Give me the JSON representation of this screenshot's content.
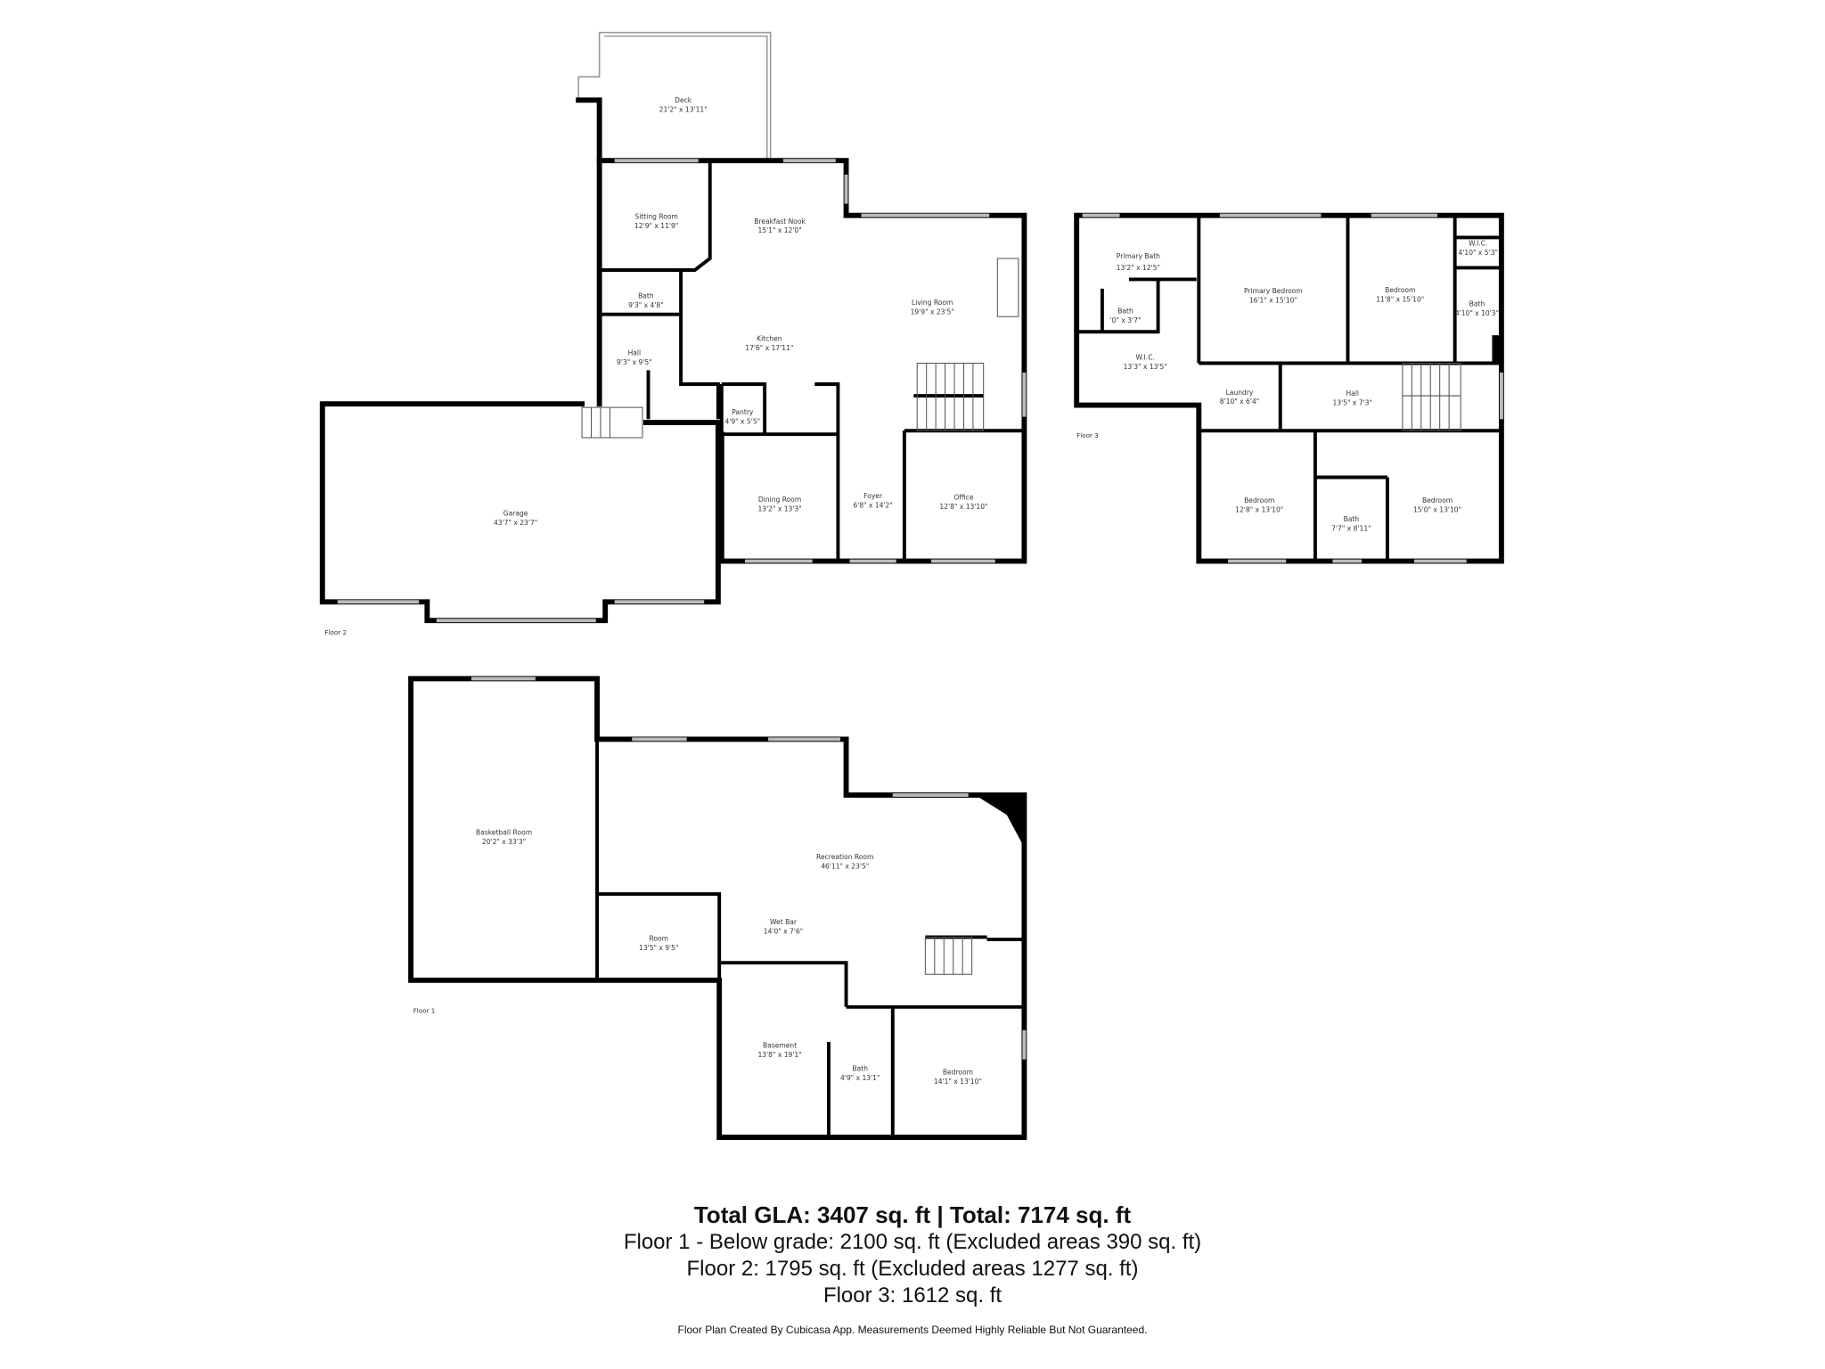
{
  "floors": {
    "floor2": {
      "label": "Floor 2",
      "rooms": [
        {
          "name": "Deck",
          "dims": "21'2\" x 13'11\""
        },
        {
          "name": "Sitting Room",
          "dims": "12'9\" x 11'9\""
        },
        {
          "name": "Breakfast Nook",
          "dims": "15'1\" x 12'0\""
        },
        {
          "name": "Bath",
          "dims": "9'3\" x 4'8\""
        },
        {
          "name": "Hall",
          "dims": "9'3\" x 9'5\""
        },
        {
          "name": "Kitchen",
          "dims": "17'6\" x 17'11\""
        },
        {
          "name": "Living Room",
          "dims": "19'9\" x 23'5\""
        },
        {
          "name": "Pantry",
          "dims": "4'9\" x 5'5\""
        },
        {
          "name": "Garage",
          "dims": "43'7\" x 23'7\""
        },
        {
          "name": "Dining Room",
          "dims": "13'2\" x 13'3\""
        },
        {
          "name": "Foyer",
          "dims": "6'8\" x 14'2\""
        },
        {
          "name": "Office",
          "dims": "12'8\" x 13'10\""
        }
      ]
    },
    "floor3": {
      "label": "Floor 3",
      "rooms": [
        {
          "name": "Primary Bath",
          "dims": "13'2\" x 12'5\""
        },
        {
          "name": "Primary Bedroom",
          "dims": "16'1\" x 15'10\""
        },
        {
          "name": "Bedroom",
          "dims": "11'8\" x 15'10\""
        },
        {
          "name": "W.I.C.",
          "dims": "4'10\" x 5'3\""
        },
        {
          "name": "Bath",
          "dims": "4'10\" x 10'3\""
        },
        {
          "name": "Bath",
          "dims": "'0\" x 3'7\""
        },
        {
          "name": "W.I.C.",
          "dims": "13'3\" x 13'5\""
        },
        {
          "name": "Laundry",
          "dims": "8'10\" x 6'4\""
        },
        {
          "name": "Hall",
          "dims": "13'5\" x 7'3\""
        },
        {
          "name": "Bedroom",
          "dims": "12'8\" x 13'10\""
        },
        {
          "name": "Bath",
          "dims": "7'7\" x 8'11\""
        },
        {
          "name": "Bedroom",
          "dims": "15'0\" x 13'10\""
        }
      ]
    },
    "floor1": {
      "label": "Floor 1",
      "rooms": [
        {
          "name": "Basketball Room",
          "dims": "20'2\" x 33'3\""
        },
        {
          "name": "Recreation Room",
          "dims": "46'11\" x 23'5\""
        },
        {
          "name": "Room",
          "dims": "13'5\" x 9'5\""
        },
        {
          "name": "Wet Bar",
          "dims": "14'0\" x 7'6\""
        },
        {
          "name": "Basement",
          "dims": "13'8\" x 19'1\""
        },
        {
          "name": "Bath",
          "dims": "4'9\" x 13'1\""
        },
        {
          "name": "Bedroom",
          "dims": "14'1\" x 13'10\""
        }
      ]
    }
  },
  "summary": {
    "total": "Total GLA: 3407 sq. ft | Total: 7174 sq. ft",
    "floor1": "Floor 1 - Below grade: 2100 sq. ft (Excluded areas 390 sq. ft)",
    "floor2": "Floor 2: 1795 sq. ft (Excluded areas 1277 sq. ft)",
    "floor3": "Floor 3: 1612 sq. ft"
  },
  "credit": "Floor Plan Created By Cubicasa App. Measurements Deemed Highly Reliable But Not Guaranteed."
}
